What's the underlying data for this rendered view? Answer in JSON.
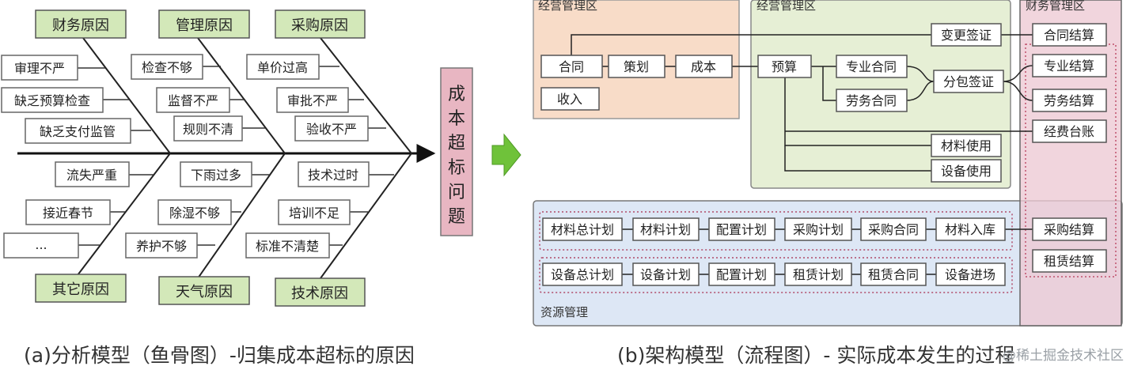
{
  "fishbone": {
    "categories_top": [
      "财务原因",
      "管理原因",
      "采购原因"
    ],
    "categories_bottom": [
      "其它原因",
      "天气原因",
      "技术原因"
    ],
    "causes": {
      "finance": [
        "审理不严",
        "缺乏预算检查",
        "缺乏支付监管"
      ],
      "management": [
        "检查不够",
        "监督不严",
        "规则不清"
      ],
      "purchase": [
        "单价过高",
        "审批不严",
        "验收不严"
      ],
      "other": [
        "流失严重",
        "接近春节",
        "..."
      ],
      "weather": [
        "下雨过多",
        "除湿不够",
        "养护不够"
      ],
      "tech": [
        "技术过时",
        "培训不足",
        "标准不清楚"
      ]
    },
    "effect": [
      "成",
      "本",
      "超",
      "标",
      "问",
      "题"
    ]
  },
  "architecture": {
    "zones": {
      "business": "经营管理区",
      "operation": "经营管理区",
      "finance": "财务管理区",
      "resource": "资源管理"
    },
    "nodes": {
      "contract": "合同",
      "plan": "策划",
      "cost": "成本",
      "income": "收入",
      "budget": "预算",
      "specialty_contract": "专业合同",
      "labor_contract": "劳务合同",
      "subcontract_visa": "分包签证",
      "change_visa": "变更签证",
      "material_use": "材料使用",
      "equipment_use": "设备使用",
      "contract_settlement": "合同结算",
      "specialty_settlement": "专业结算",
      "labor_settlement": "劳务结算",
      "expense_ledger": "经费台账",
      "purchase_settlement": "采购结算",
      "lease_settlement": "租赁结算"
    },
    "material_chain": [
      "材料总计划",
      "材料计划",
      "配置计划",
      "采购计划",
      "采购合同",
      "材料入库"
    ],
    "equipment_chain": [
      "设备总计划",
      "设备计划",
      "配置计划",
      "租赁计划",
      "租赁合同",
      "设备进场"
    ]
  },
  "captions": {
    "left": "(a)分析模型（鱼骨图）-归集成本超标的原因",
    "right": "(b)架构模型（流程图）- 实际成本发生的过程"
  },
  "watermark": "@稀土掘金技术社区",
  "colors": {
    "category_fill": "#d3e8b9",
    "category_stroke": "#555555",
    "effect_fill": "#e8b6c2",
    "arrow_green": "#6fc23a",
    "zone_business": "#f8dcc8",
    "zone_operation": "#e6efd5",
    "zone_finance": "#edc9d3",
    "zone_resource": "#dde7f5"
  }
}
